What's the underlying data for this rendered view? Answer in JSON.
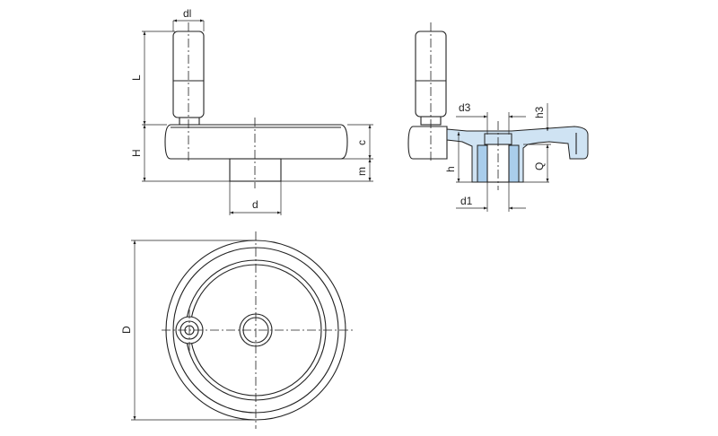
{
  "labels": {
    "dl": "dl",
    "L": "L",
    "H": "H",
    "c": "c",
    "m": "m",
    "d": "d",
    "D": "D",
    "d3": "d3",
    "h3": "h3",
    "h": "h",
    "Q": "Q",
    "d1": "d1"
  },
  "colors": {
    "section_fill": "#cfe3f3",
    "line": "#222222"
  }
}
